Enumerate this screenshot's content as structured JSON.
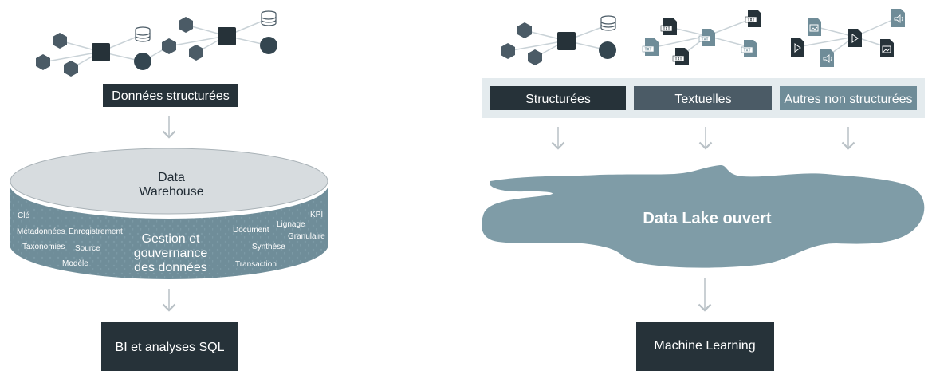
{
  "left": {
    "structured_label": "Données structurées",
    "warehouse_title": [
      "Data",
      "Warehouse"
    ],
    "governance_title": [
      "Gestion et",
      "gouvernance",
      "des données"
    ],
    "keywords": {
      "cle": "Clé",
      "metadonnees": "Métadonnées",
      "enregistrement": "Enregistrement",
      "taxonomies": "Taxonomies",
      "source": "Source",
      "modele": "Modèle",
      "document": "Document",
      "lignage": "Lignage",
      "kpi": "KPI",
      "granulaire": "Granulaire",
      "synthese": "Synthèse",
      "transaction": "Transaction"
    },
    "output_label": "BI et analyses SQL"
  },
  "right": {
    "categories": [
      "Structurées",
      "Textuelles",
      "Autres non structurées"
    ],
    "lake_label": "Data Lake ouvert",
    "output_label": "Machine Learning",
    "doc_tags": [
      "TXT",
      "TXT",
      "TXT",
      "TXT",
      "TXT",
      "TXT"
    ]
  },
  "colors": {
    "dark": "#263239",
    "mid": "#4b5b66",
    "steel": "#6f8c98",
    "light_panel": "#e4ebee",
    "lake": "#7f9ca7",
    "disk_top": "#d7dcdf",
    "arrow": "#b9c1c6",
    "line": "#c9d2d7"
  },
  "icons": {
    "network": "graph-network-icon",
    "database": "database-cylinder-icon",
    "document": "text-document-icon",
    "image": "image-file-icon",
    "video": "video-file-icon",
    "audio": "audio-file-icon"
  }
}
